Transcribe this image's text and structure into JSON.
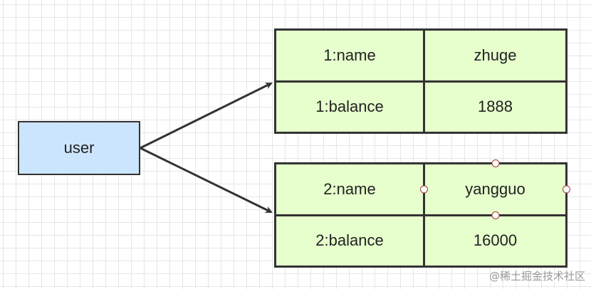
{
  "diagram": {
    "user_node": {
      "label": "user"
    },
    "records": [
      {
        "rows": [
          {
            "field": "1:name",
            "value": "zhuge"
          },
          {
            "field": "1:balance",
            "value": "1888"
          }
        ]
      },
      {
        "rows": [
          {
            "field": "2:name",
            "value": "yangguo"
          },
          {
            "field": "2:balance",
            "value": "16000"
          }
        ]
      }
    ],
    "edges": [
      {
        "from": "user",
        "to": "record-1"
      },
      {
        "from": "user",
        "to": "record-2"
      }
    ],
    "colors": {
      "user_fill": "#cce5ff",
      "record_fill": "#e6ffcc",
      "stroke": "#333333",
      "handle_stroke": "#a33a3a"
    }
  },
  "watermark": "@稀土掘金技术社区"
}
